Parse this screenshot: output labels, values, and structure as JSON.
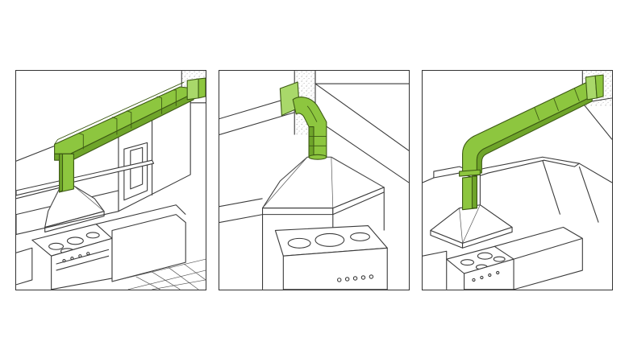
{
  "colors": {
    "duct_fill": "#8dc63f",
    "duct_shade": "#6fa52a",
    "duct_light": "#a9d86a",
    "duct_outline": "#3d5a14",
    "line": "#3a3a3a",
    "wall_speckle": "#9a9a9a",
    "background": "#ffffff"
  },
  "panels": [
    {
      "id": "panel-1",
      "duct_shape": "rectangular"
    },
    {
      "id": "panel-2",
      "duct_shape": "round"
    },
    {
      "id": "panel-3",
      "duct_shape": "round"
    }
  ]
}
